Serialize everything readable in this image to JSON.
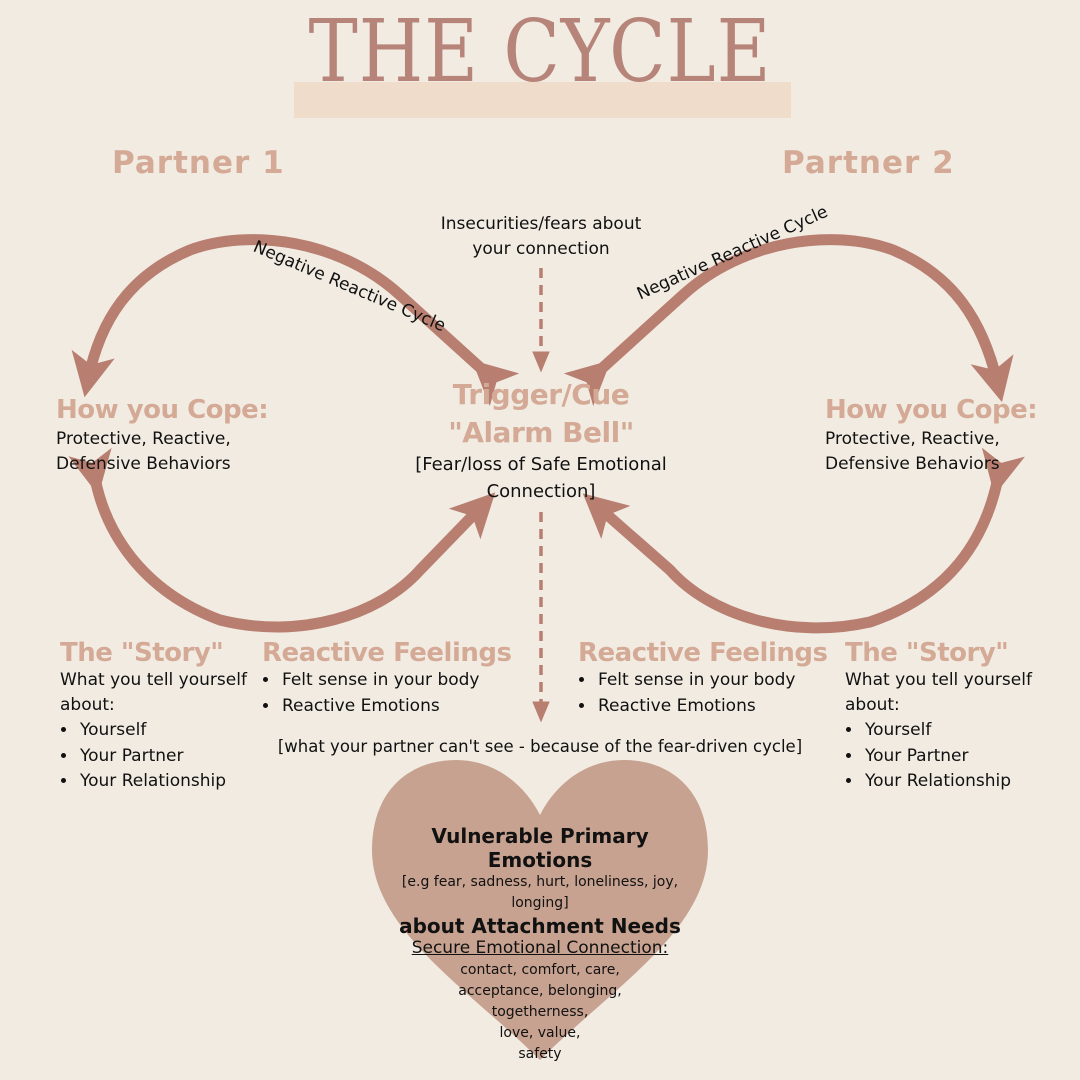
{
  "title": "THE CYCLE",
  "partners": {
    "left": "Partner 1",
    "right": "Partner 2"
  },
  "arc_labels": {
    "left": "Negative Reactive Cycle",
    "right": "Negative Reactive Cycle",
    "top_center": [
      "Insecurities/fears about",
      "your connection"
    ]
  },
  "trigger": {
    "heading_1": "Trigger/Cue",
    "heading_2": "\"Alarm Bell\"",
    "note_1": "[Fear/loss of Safe Emotional",
    "note_2": "Connection]"
  },
  "cope": {
    "heading": "How you Cope:",
    "line_1": "Protective, Reactive,",
    "line_2": "Defensive Behaviors"
  },
  "story": {
    "heading": "The \"Story\"",
    "intro_1": "What you tell yourself",
    "intro_2": "about:",
    "items": [
      "Yourself",
      "Your Partner",
      "Your Relationship"
    ]
  },
  "reactive": {
    "heading": "Reactive Feelings",
    "items": [
      "Felt sense in your body",
      "Reactive Emotions"
    ]
  },
  "partner_note": "[what your partner can't see - because of the fear-driven cycle]",
  "heart": {
    "heading_1": "Vulnerable Primary Emotions",
    "examples_1": "[e.g fear, sadness, hurt, loneliness, joy,",
    "examples_2": "longing]",
    "heading_2": "about Attachment Needs",
    "subheading": "Secure Emotional Connection:",
    "lines": [
      "contact, comfort, care,",
      "acceptance, belonging,",
      "togetherness,",
      "love, value,",
      "safety"
    ]
  },
  "colors": {
    "background": "#f1ebe2",
    "title": "#b7847a",
    "title_bar": "#f0dccb",
    "accent_text": "#d4aa96",
    "arrow": "#b87e70",
    "heart": "#c8a290"
  }
}
